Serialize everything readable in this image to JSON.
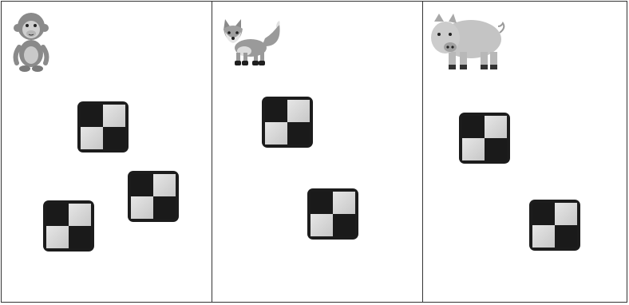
{
  "panels": [
    {
      "animal": "monkey-icon",
      "tiles": 3
    },
    {
      "animal": "fox-icon",
      "tiles": 2
    },
    {
      "animal": "pig-icon",
      "tiles": 2
    }
  ],
  "colors": {
    "dark": "#1a1a1a",
    "light": "#d0d0d0",
    "border": "#333333"
  }
}
